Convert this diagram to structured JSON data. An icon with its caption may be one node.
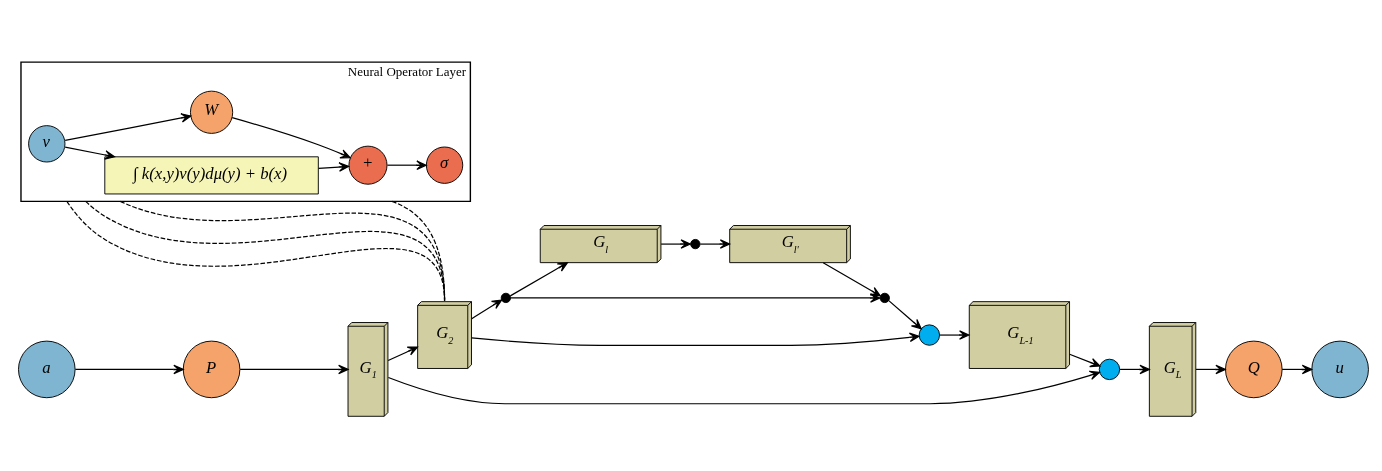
{
  "diagram": {
    "nodes": [
      {
        "text": [
          "Neural Operator Layer"
        ]
      },
      {
        "text": [
          "v"
        ],
        "in": 0
      },
      {
        "text": [
          "∫ k(x,y)v(y)dμ(y) + b(x)"
        ],
        "in": 0
      },
      {
        "text": [
          "W"
        ],
        "in": 0
      },
      {
        "text": [
          "+"
        ],
        "in": 0
      },
      {
        "text": [
          "σ"
        ],
        "in": 0
      },
      {
        "text": [
          "a"
        ]
      },
      {
        "text": [
          "P"
        ]
      },
      {
        "text": [
          "G$_{1}$"
        ]
      },
      {
        "text": [
          "G$_{2}$"
        ]
      },
      {
        "text": [],
        "shape": "dots"
      },
      {
        "text": [
          "G$_{l}$"
        ]
      },
      {
        "text": [],
        "shape": "dots"
      },
      {
        "text": [
          "G$_{l'}$"
        ]
      },
      {
        "text": [],
        "shape": "dots"
      },
      {
        "text": [],
        "shape": "circle"
      },
      {
        "text": [
          "G$_{L-1}$"
        ]
      },
      {
        "text": [],
        "shape": "circle"
      },
      {
        "text": [
          "G$_{L}$"
        ]
      },
      {
        "text": [
          "Q"
        ]
      },
      {
        "text": [
          "u"
        ]
      }
    ],
    "edges": [
      {
        "from": 1,
        "to": 2,
        "arrow": "to"
      },
      {
        "from": 1,
        "to": 3,
        "arrow": "to"
      },
      {
        "from": 2,
        "to": 4,
        "arrow": "to"
      },
      {
        "from": 3,
        "to": 4,
        "arrow": "to"
      },
      {
        "from": 4,
        "to": 5,
        "arrow": "to"
      },
      {
        "from": 0,
        "to": 9,
        "arrow": "none",
        "style": "dashed"
      },
      {
        "from": 0,
        "to": 9,
        "arrow": "none",
        "style": "dashed"
      },
      {
        "from": 0,
        "to": 9,
        "arrow": "none",
        "style": "dashed"
      },
      {
        "from": 0,
        "to": 9,
        "arrow": "none",
        "style": "dashed"
      },
      {
        "from": 6,
        "to": 7,
        "arrow": "to"
      },
      {
        "from": 7,
        "to": 8,
        "arrow": "to"
      },
      {
        "from": 8,
        "to": 17,
        "arrow": "to"
      },
      {
        "from": 8,
        "to": 9,
        "arrow": "to"
      },
      {
        "from": 9,
        "to": 15,
        "arrow": "to"
      },
      {
        "from": 9,
        "to": 10,
        "arrow": "to"
      },
      {
        "from": 10,
        "to": 14,
        "arrow": "to"
      },
      {
        "from": 10,
        "to": 11,
        "arrow": "to"
      },
      {
        "from": 11,
        "to": 12,
        "arrow": "to"
      },
      {
        "from": 12,
        "to": 13,
        "arrow": "to"
      },
      {
        "from": 13,
        "to": 14,
        "arrow": "to"
      },
      {
        "from": 14,
        "to": 15,
        "arrow": "to"
      },
      {
        "from": 15,
        "to": 16,
        "arrow": "to"
      },
      {
        "from": 16,
        "to": 17,
        "arrow": "to"
      },
      {
        "from": 17,
        "to": 18,
        "arrow": "to"
      },
      {
        "from": 18,
        "to": 19,
        "arrow": "to"
      },
      {
        "from": 19,
        "to": 20,
        "arrow": "to"
      }
    ]
  }
}
